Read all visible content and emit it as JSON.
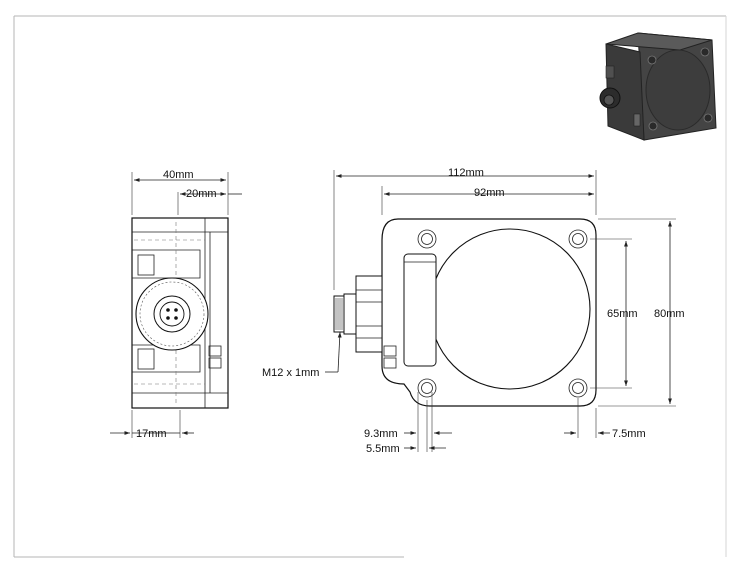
{
  "dimensions": {
    "side_width": "40mm",
    "side_half": "20mm",
    "side_offset": "17mm",
    "total_length": "112mm",
    "body_length": "92mm",
    "hole_spacing": "65mm",
    "height": "80mm",
    "connector": "M12 x 1mm",
    "hole_offset_a": "9.3mm",
    "hole_offset_b": "5.5mm",
    "hole_edge_offset": "7.5mm"
  },
  "colors": {
    "line": "#222222",
    "frame": "#b0b0b0",
    "product_dark": "#3a3a3a",
    "product_face": "#4a4a4a"
  }
}
